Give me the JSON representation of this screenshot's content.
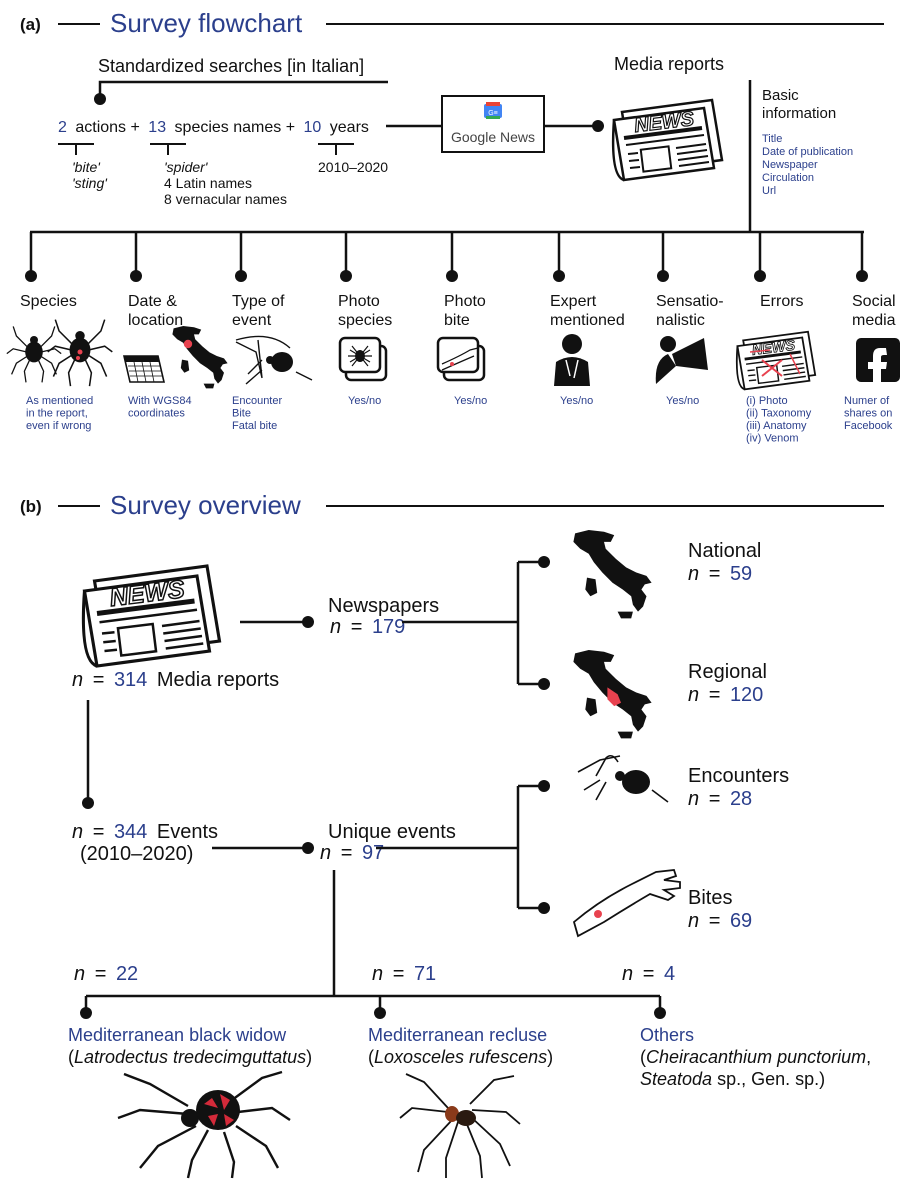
{
  "panel_a": {
    "label": "(a)",
    "title": "Survey flowchart",
    "search_header": "Standardized searches [in Italian]",
    "actions_count": "2",
    "actions_word": "actions +",
    "species_count": "13",
    "species_word": "species names +",
    "years_count": "10",
    "years_word": "years",
    "actions_detail": [
      "'bite'",
      "'sting'"
    ],
    "species_detail": [
      "'spider'",
      "4 Latin names",
      "8 vernacular names"
    ],
    "years_detail": "2010–2020",
    "google_news_label": "Google News",
    "media_reports": "Media reports",
    "basic_info_title": [
      "Basic",
      "information"
    ],
    "basic_info_items": [
      "Title",
      "Date of publication",
      "Newspaper",
      "Circulation",
      "Url"
    ],
    "categories": [
      {
        "title": [
          "Species"
        ],
        "note": [
          "As mentioned",
          "in the report,",
          "even if wrong"
        ]
      },
      {
        "title": [
          "Date &",
          "location"
        ],
        "note": [
          "With WGS84",
          "coordinates"
        ]
      },
      {
        "title": [
          "Type of",
          "event"
        ],
        "note": [
          "Encounter",
          "Bite",
          "Fatal bite"
        ]
      },
      {
        "title": [
          "Photo",
          "species"
        ],
        "note": [
          "Yes/no"
        ]
      },
      {
        "title": [
          "Photo",
          "bite"
        ],
        "note": [
          "Yes/no"
        ]
      },
      {
        "title": [
          "Expert",
          "mentioned"
        ],
        "note": [
          "Yes/no"
        ]
      },
      {
        "title": [
          "Sensatio-",
          "nalistic"
        ],
        "note": [
          "Yes/no"
        ]
      },
      {
        "title": [
          "Errors"
        ],
        "note": [
          "(i)  Photo",
          "(ii)  Taxonomy",
          "(iii) Anatomy",
          "(iv) Venom"
        ]
      },
      {
        "title": [
          "Social",
          "media"
        ],
        "note": [
          "Numer of",
          "shares on",
          "Facebook"
        ]
      }
    ]
  },
  "panel_b": {
    "label": "(b)",
    "title": "Survey overview",
    "n_symbol": "n",
    "eq": "=",
    "media_n": "314",
    "media_label": "Media reports",
    "newspapers_label": "Newspapers",
    "newspapers_n": "179",
    "national_label": "National",
    "national_n": "59",
    "regional_label": "Regional",
    "regional_n": "120",
    "events_n": "344",
    "events_label": "Events",
    "events_years": "(2010–2020)",
    "unique_label": "Unique events",
    "unique_n": "97",
    "encounters_label": "Encounters",
    "encounters_n": "28",
    "bites_label": "Bites",
    "bites_n": "69",
    "widow_n": "22",
    "recluse_n": "71",
    "others_n": "4",
    "widow_common": "Mediterranean black widow",
    "widow_latin": "Latrodectus tredecimguttatus",
    "recluse_common": "Mediterranean recluse",
    "recluse_latin": "Loxosceles rufescens",
    "others_common": "Others",
    "others_latin1": "Cheiracanthium punctorium",
    "others_latin2": "Steatoda",
    "others_rest": "sp., Gen. sp.)"
  },
  "icons": [
    "news-icon",
    "google-news-icon",
    "spider-icon",
    "calendar-icon",
    "italy-map-icon",
    "photo-spider-icon",
    "photo-bite-icon",
    "expert-icon",
    "megaphone-icon",
    "errors-news-icon",
    "facebook-icon",
    "arm-bite-icon"
  ],
  "colors": {
    "accent": "#2b3f8c",
    "highlight": "#e8424f",
    "line": "#111111"
  }
}
